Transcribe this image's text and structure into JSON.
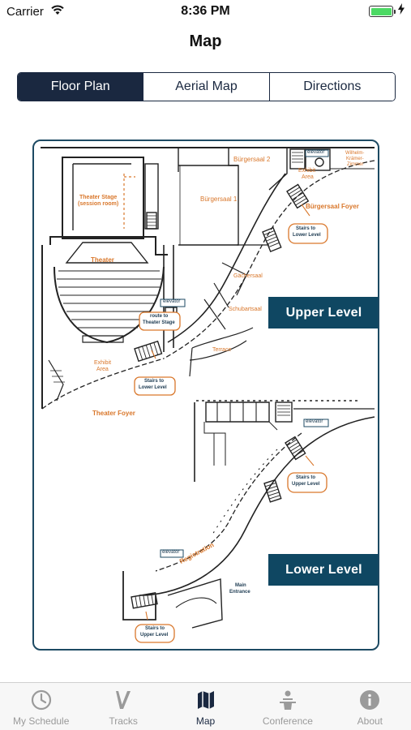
{
  "status_bar": {
    "carrier": "Carrier",
    "time": "8:36 PM",
    "battery_percent": 100,
    "icons": [
      "wifi-icon",
      "battery-icon",
      "charging-bolt-icon"
    ]
  },
  "nav": {
    "title": "Map"
  },
  "segmented_control": {
    "selected_index": 0,
    "segments": [
      {
        "label": "Floor Plan"
      },
      {
        "label": "Aerial Map"
      },
      {
        "label": "Directions"
      }
    ]
  },
  "floor_plan": {
    "upper_level": {
      "badge": "Upper Level",
      "labels": {
        "theater_stage": "Theater Stage",
        "session_room": "(session room)",
        "theater": "Theater",
        "buergersaal_1": "Bürgersaal 1",
        "buergersaal_2": "Bürgersaal 2",
        "exhibit_area_top": "Exhibit",
        "exhibit_area_top_2": "Area",
        "wilhelm_1": "Wilhelm-",
        "wilhelm_2": "Krämer-",
        "wilhelm_3": "Zimmer",
        "buergersaal_foyer": "Bürgersaal Foyer",
        "stairs_lower_right_1": "Stairs to",
        "stairs_lower_right_2": "Lower Level",
        "gaechersaal": "Gächersaal",
        "schubartsaal": "Schubartsaal",
        "terrace": "Terrace",
        "elevator_left": "elevator",
        "elevator_top": "elevator",
        "route_1": "route to",
        "route_2": "Theater Stage",
        "exhibit_area_left": "Exhibit",
        "exhibit_area_left_2": "Area",
        "stairs_lower_left_1": "Stairs to",
        "stairs_lower_left_2": "Lower Level",
        "theater_foyer": "Theater Foyer"
      }
    },
    "lower_level": {
      "badge": "Lower Level",
      "labels": {
        "elevator_right": "elevator",
        "stairs_upper_right_1": "Stairs to",
        "stairs_upper_right_2": "Upper Level",
        "elevator_left": "elevator",
        "registration": "Registration",
        "main_entrance_1": "Main",
        "main_entrance_2": "Entrance",
        "stairs_upper_left_1": "Stairs to",
        "stairs_upper_left_2": "Upper Level"
      }
    }
  },
  "tab_bar": {
    "selected_index": 2,
    "tabs": [
      {
        "label": "My Schedule",
        "icon": "clock-icon"
      },
      {
        "label": "Tracks",
        "icon": "tracks-icon"
      },
      {
        "label": "Map",
        "icon": "map-icon"
      },
      {
        "label": "Conference",
        "icon": "conference-icon"
      },
      {
        "label": "About",
        "icon": "info-icon"
      }
    ]
  }
}
